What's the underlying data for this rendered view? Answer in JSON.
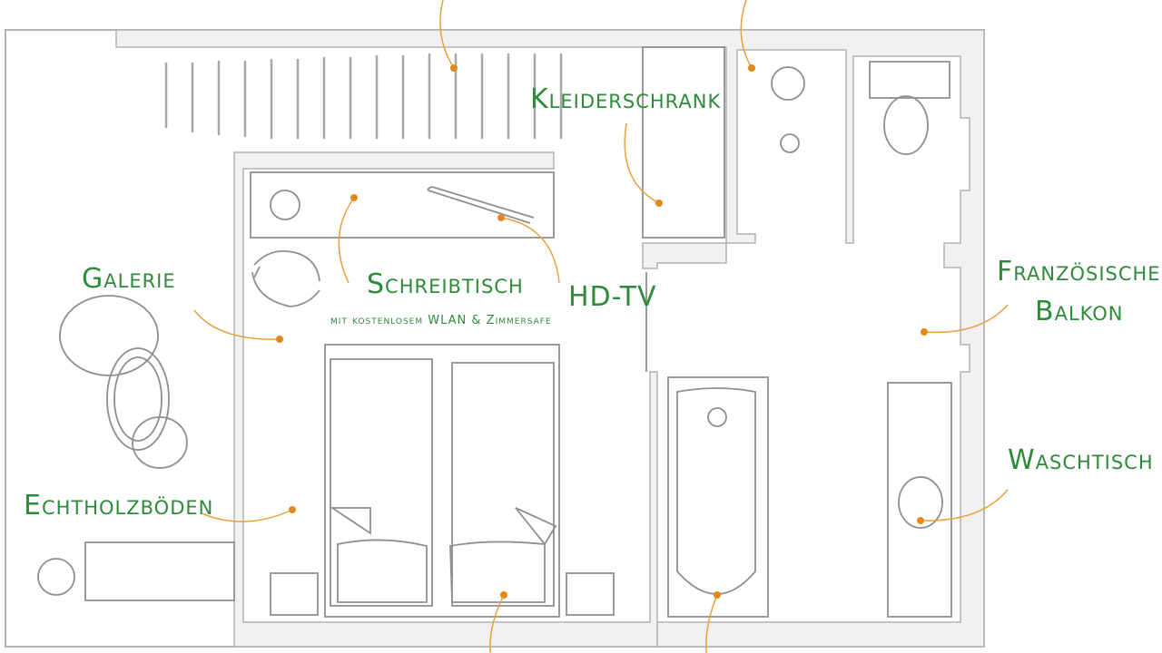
{
  "plan": {
    "labels": {
      "kleiderschrank": "Kleiderschrank",
      "galerie": "Galerie",
      "schreibtisch": "Schreibtisch",
      "schreibtisch_sub": "mit kostenlosem WLAN & Zimmersafe",
      "hdtv": "HD-TV",
      "balkon_line1": "Französischer",
      "balkon_line2": "Balkon",
      "echtholz": "Echtholzböden",
      "waschtisch": "Waschtisch"
    },
    "colors": {
      "wall": "#b3b3b3",
      "wall_fill": "#f1f1f1",
      "furniture": "#8f8f8f",
      "label": "#2e8b3a",
      "leader": "#e8a040",
      "marker": "#e08a1e"
    }
  }
}
